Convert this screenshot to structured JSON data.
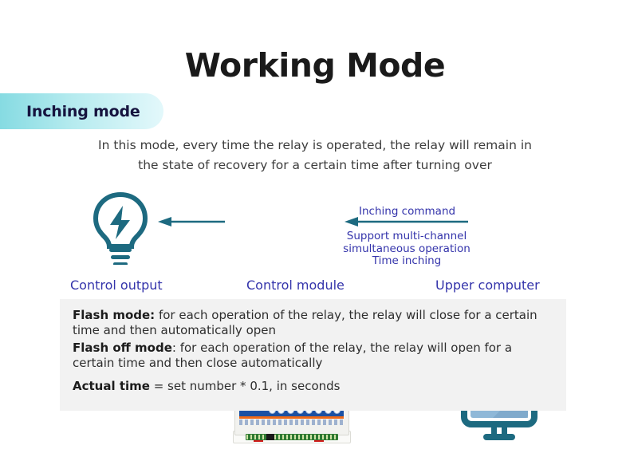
{
  "page": {
    "title": "Working Mode",
    "badge_label": "Inching mode",
    "description_line1": "In this mode, every time the relay is operated, the relay will remain in",
    "description_line2": "the state of recovery for a certain time after turning over"
  },
  "colors": {
    "title": "#1a1a1a",
    "badge_gradient_start": "#86dbe2",
    "badge_gradient_end": "#e3f8fb",
    "badge_text": "#16143f",
    "diagram_label": "#3434ab",
    "icon_teal": "#1d6a80",
    "monitor_screen": "#8fb8d8",
    "module_blue": "#1b4fa0",
    "module_orange": "#ef6a18",
    "terminal_green": "#2f7a33",
    "panel_background": "#f2f2f2"
  },
  "diagram": {
    "nodes": [
      {
        "name": "control-output",
        "icon": "lightbulb-icon",
        "label": "Control output"
      },
      {
        "name": "control-module",
        "icon": "relay-module-icon",
        "label": "Control module"
      },
      {
        "name": "upper-computer",
        "icon": "monitor-icon",
        "label": "Upper computer"
      }
    ],
    "arrow_output_label": "",
    "command_label": "Inching command",
    "command_notes": [
      "Support multi-channel",
      "simultaneous operation",
      "Time inching"
    ]
  },
  "panel": {
    "items": [
      {
        "term": "Flash mode:",
        "text": " for each operation of the relay, the relay will close for a certain time and then automatically open"
      },
      {
        "term": "Flash off mode",
        "text": ": for each operation of the relay, the relay will open for a certain time and then close automatically"
      },
      {
        "term": "Actual time",
        "text": " = set number * 0.1, in seconds"
      }
    ]
  }
}
